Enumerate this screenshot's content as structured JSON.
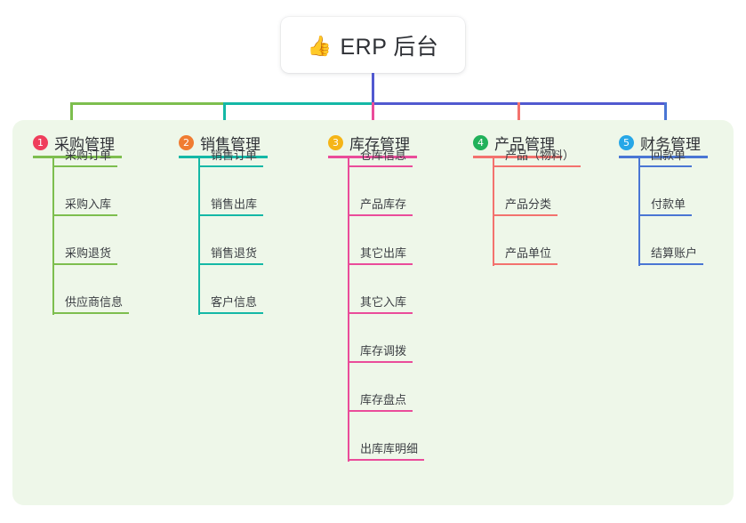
{
  "root": {
    "emoji": "👍",
    "emoji_name": "thumbs-up-icon",
    "title": "ERP 后台"
  },
  "palette": {
    "panel_bg": "#eef7e9",
    "root_stem": "#5159d0",
    "branch_1": "#7dbe4e",
    "branch_2": "#14b8a6",
    "branch_3": "#ea4c9a",
    "branch_4": "#f3726e",
    "branch_5": "#4a76d4",
    "badge_1": "#ef3e5c",
    "badge_2": "#f07c32",
    "badge_3": "#f5b517",
    "badge_4": "#21b15a",
    "badge_5": "#27a7e7"
  },
  "columns": [
    {
      "index": "1",
      "label": "采购管理",
      "badge_color": "#ef3e5c",
      "line_color": "#7dbe4e",
      "items": [
        {
          "label": "采购订单"
        },
        {
          "label": "采购入库"
        },
        {
          "label": "采购退货"
        },
        {
          "label": "供应商信息"
        }
      ]
    },
    {
      "index": "2",
      "label": "销售管理",
      "badge_color": "#f07c32",
      "line_color": "#14b8a6",
      "items": [
        {
          "label": "销售订单"
        },
        {
          "label": "销售出库"
        },
        {
          "label": "销售退货"
        },
        {
          "label": "客户信息"
        }
      ]
    },
    {
      "index": "3",
      "label": "库存管理",
      "badge_color": "#f5b517",
      "line_color": "#ea4c9a",
      "items": [
        {
          "label": "仓库信息"
        },
        {
          "label": "产品库存"
        },
        {
          "label": "其它出库"
        },
        {
          "label": "其它入库"
        },
        {
          "label": "库存调拨"
        },
        {
          "label": "库存盘点"
        },
        {
          "label": "出库库明细"
        }
      ]
    },
    {
      "index": "4",
      "label": "产品管理",
      "badge_color": "#21b15a",
      "line_color": "#f3726e",
      "items": [
        {
          "label": "产品（物料）"
        },
        {
          "label": "产品分类"
        },
        {
          "label": "产品单位"
        }
      ]
    },
    {
      "index": "5",
      "label": "财务管理",
      "badge_color": "#27a7e7",
      "line_color": "#4a76d4",
      "items": [
        {
          "label": "回款单"
        },
        {
          "label": "付款单"
        },
        {
          "label": "结算账户"
        }
      ]
    }
  ]
}
